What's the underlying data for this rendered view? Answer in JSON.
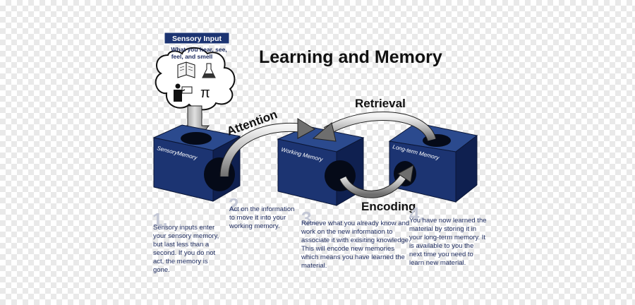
{
  "title": "Learning and Memory",
  "sensory_input": {
    "heading": "Sensory Input",
    "lines": [
      "What you hear, see,",
      "feel, and smell"
    ]
  },
  "arrows": {
    "attention": "Attention",
    "retrieval": "Retrieval",
    "encoding": "Encoding"
  },
  "boxes": {
    "sensory": "SensoryMemory",
    "working": "Working Memory",
    "longterm": "Long-term Memory"
  },
  "steps": [
    {
      "number": "1.",
      "text": "Sensory inputs enter your sensory memory, but last less than a second.  If you do not act, the memory is gone."
    },
    {
      "number": "2.",
      "text": "Act on the information to move it into your working memory."
    },
    {
      "number": "3.",
      "text": "Retrieve what you already know and work on the new information to associate it with exisiting knowledge.  This will encode new memories which means you have learned the material."
    },
    {
      "number": "4.",
      "text": "You have now learned the material by storing it in your long-term memory.  It is available to you the next time you need to learn new material."
    }
  ],
  "colors": {
    "box_front": "#1c3472",
    "box_side": "#0f2050",
    "box_top": "#2b4a8e",
    "text": "#1c2a5e"
  },
  "icons": [
    "book-icon",
    "flask-icon",
    "teacher-icon",
    "pi-icon"
  ]
}
